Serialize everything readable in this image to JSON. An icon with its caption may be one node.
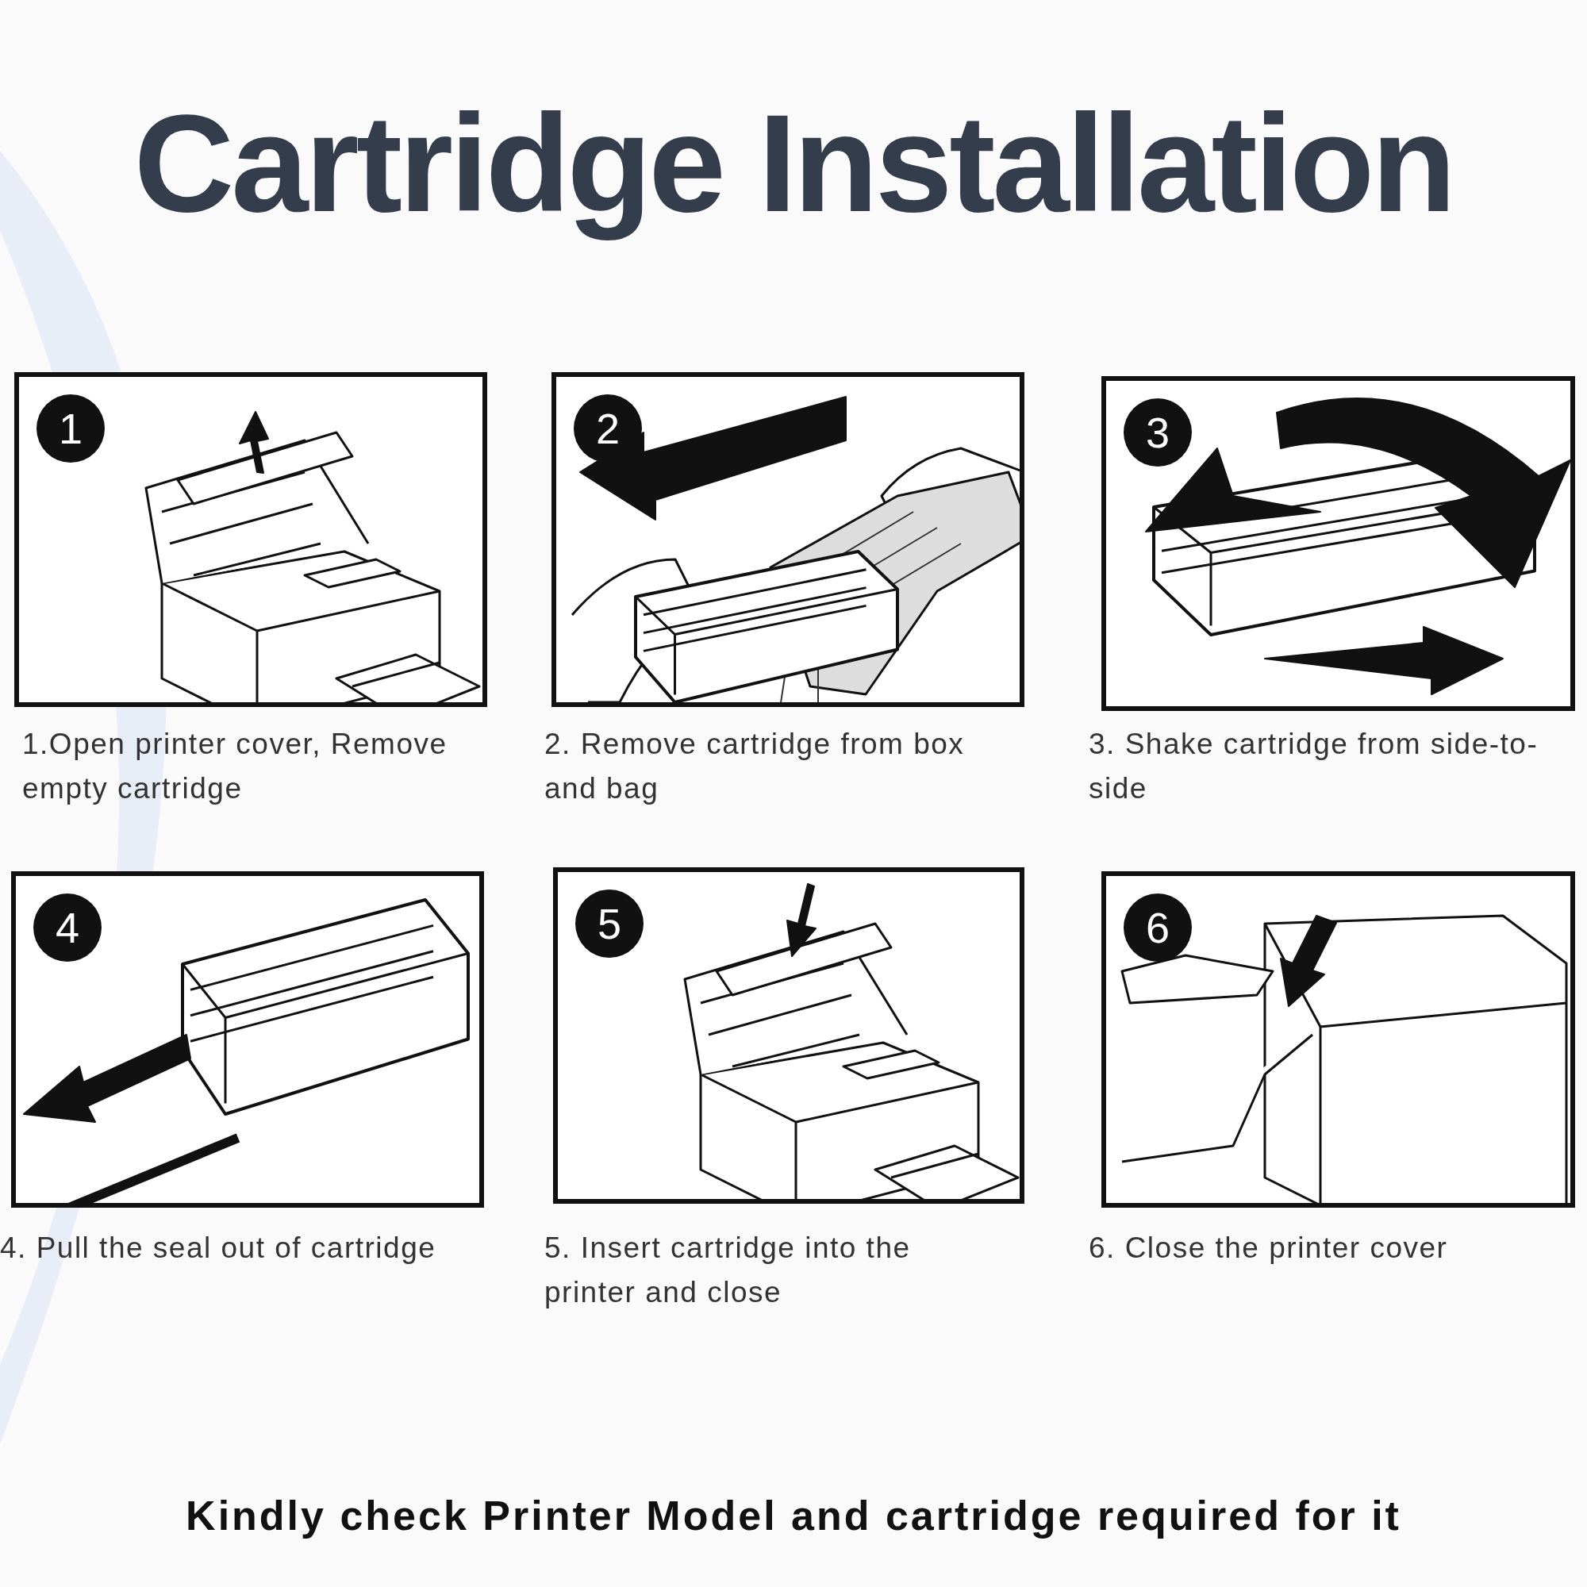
{
  "diagram": {
    "title": "Cartridge Installation",
    "nodes": [
      {
        "text": [
          "1"
        ],
        "beside": [
          "1.Open printer cover, Remove empty cartridge"
        ]
      },
      {
        "text": [
          "2"
        ],
        "beside": [
          "2. Remove cartridge from box and bag"
        ]
      },
      {
        "text": [
          "3"
        ],
        "beside": [
          "3. Shake cartridge from side-to-side"
        ]
      },
      {
        "text": [
          "4"
        ],
        "beside": [
          "4. Pull the seal out of cartridge"
        ]
      },
      {
        "text": [
          "5"
        ],
        "beside": [
          "5. Insert cartridge into the printer and close"
        ]
      },
      {
        "text": [
          "6"
        ],
        "beside": [
          "6. Close the printer cover"
        ]
      }
    ],
    "caption": "Kindly check Printer Model and cartridge required for it"
  }
}
